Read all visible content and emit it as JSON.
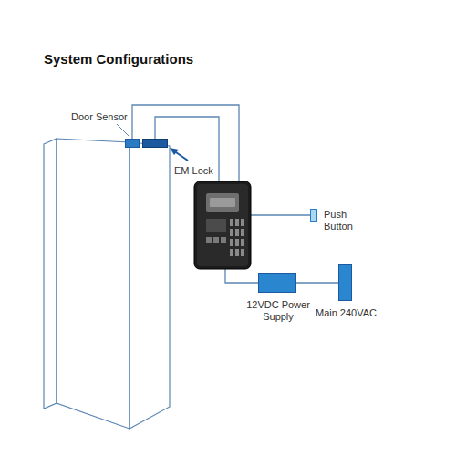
{
  "diagram": {
    "title": "System Configurations",
    "nodes": [
      {
        "text": [
          "Door Sensor"
        ]
      },
      {
        "text": [
          "EM Lock"
        ]
      },
      {
        "text": [
          "Push Button"
        ]
      },
      {
        "text": [
          "12VDC Power Supply"
        ]
      },
      {
        "text": [
          "Main 240VAC"
        ]
      }
    ],
    "edges": [
      {
        "from": 3,
        "to": 4,
        "arrow": "none"
      }
    ]
  }
}
